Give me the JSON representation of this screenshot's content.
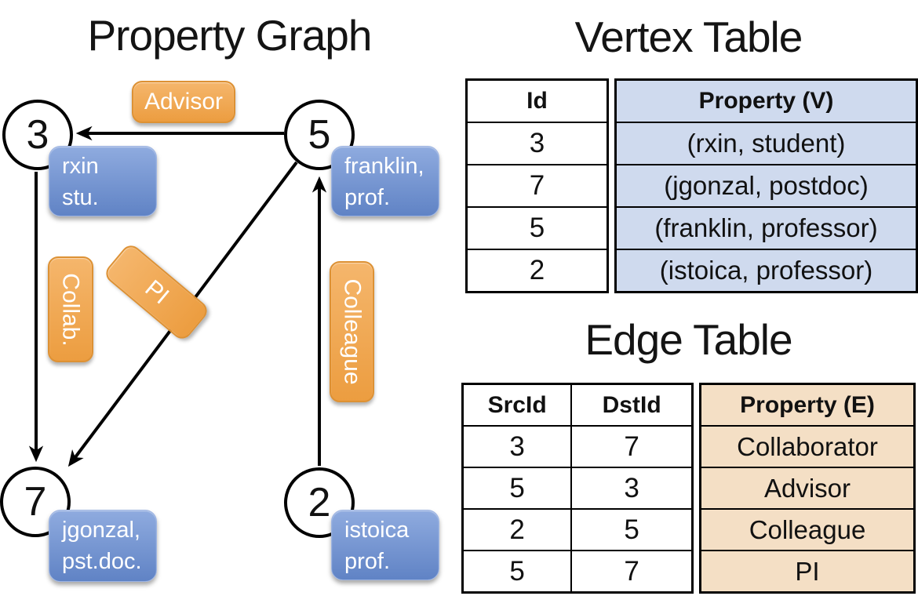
{
  "graph": {
    "title": "Property Graph",
    "nodes": [
      {
        "id": "3",
        "line1": "rxin",
        "line2": "stu."
      },
      {
        "id": "5",
        "line1": "franklin,",
        "line2": "prof."
      },
      {
        "id": "7",
        "line1": "jgonzal,",
        "line2": "pst.doc."
      },
      {
        "id": "2",
        "line1": "istoica",
        "line2": "prof."
      }
    ],
    "edges": [
      {
        "from": "5",
        "to": "3",
        "label": "Advisor"
      },
      {
        "from": "3",
        "to": "7",
        "label": "Collab."
      },
      {
        "from": "5",
        "to": "7",
        "label": "PI"
      },
      {
        "from": "2",
        "to": "5",
        "label": "Colleague"
      }
    ]
  },
  "vertex_table": {
    "title": "Vertex Table",
    "columns": [
      "Id",
      "Property (V)"
    ],
    "rows": [
      {
        "id": "3",
        "property": "(rxin, student)"
      },
      {
        "id": "7",
        "property": "(jgonzal, postdoc)"
      },
      {
        "id": "5",
        "property": "(franklin, professor)"
      },
      {
        "id": "2",
        "property": "(istoica, professor)"
      }
    ]
  },
  "edge_table": {
    "title": "Edge Table",
    "columns": [
      "SrcId",
      "DstId",
      "Property (E)"
    ],
    "rows": [
      {
        "src": "3",
        "dst": "7",
        "property": "Collaborator"
      },
      {
        "src": "5",
        "dst": "3",
        "property": "Advisor"
      },
      {
        "src": "2",
        "dst": "5",
        "property": "Colleague"
      },
      {
        "src": "5",
        "dst": "7",
        "property": "PI"
      }
    ]
  },
  "colors": {
    "edge_label_fill_top": "#f5b66c",
    "edge_label_fill_bottom": "#ec9d40",
    "edge_label_border": "#dd9134",
    "node_label_fill_top": "#8fabdf",
    "node_label_fill_bottom": "#6083c5",
    "vertex_property_bg": "#cfdaee",
    "edge_property_bg": "#f4dfc5",
    "line_color": "#000000"
  }
}
